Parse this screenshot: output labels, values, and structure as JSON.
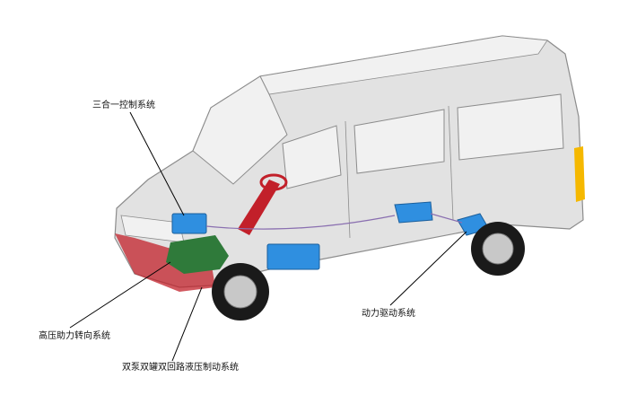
{
  "diagram": {
    "labels": {
      "control_system": "三合一控制系统",
      "steering_system": "高压助力转向系统",
      "brake_system": "双泵双罐双回路液压制动系统",
      "drive_system": "动力驱动系统"
    },
    "colors": {
      "body": "#e2e2e2",
      "body_edge": "#8c8c8c",
      "glass": "#f1f1f1",
      "control_unit": "#2f8fe0",
      "steering_red": "#c2202a",
      "brake_green": "#2f7a3a",
      "accent_yellow": "#f5b800",
      "tire": "#1a1a1a",
      "rim": "#c8c8c8",
      "leader": "#000000"
    }
  }
}
